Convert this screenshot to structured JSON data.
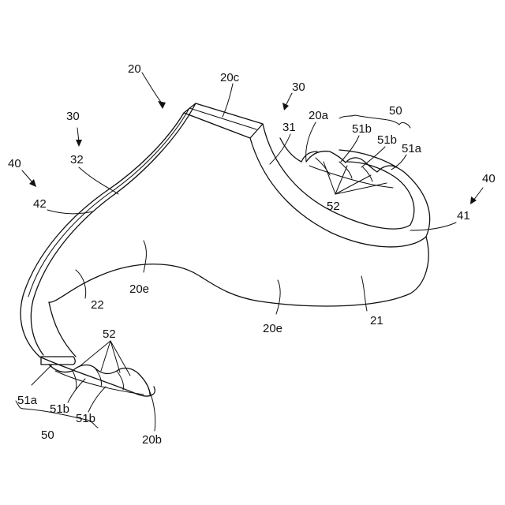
{
  "labels": {
    "l20": "20",
    "l20c": "20c",
    "l30_right": "30",
    "l31": "31",
    "l20a": "20a",
    "l50_top": "50",
    "l51b_top1": "51b",
    "l51b_top2": "51b",
    "l51a_top": "51a",
    "l52_top": "52",
    "l40_right": "40",
    "l41": "41",
    "l30_left": "30",
    "l32": "32",
    "l40_left": "40",
    "l42": "42",
    "l22": "22",
    "l20e_left": "20e",
    "l20e_right": "20e",
    "l21": "21",
    "l52_bottom": "52",
    "l51a_bottom": "51a",
    "l51b_bottom1": "51b",
    "l51b_bottom2": "51b",
    "l50_bottom": "50",
    "l20b": "20b"
  }
}
